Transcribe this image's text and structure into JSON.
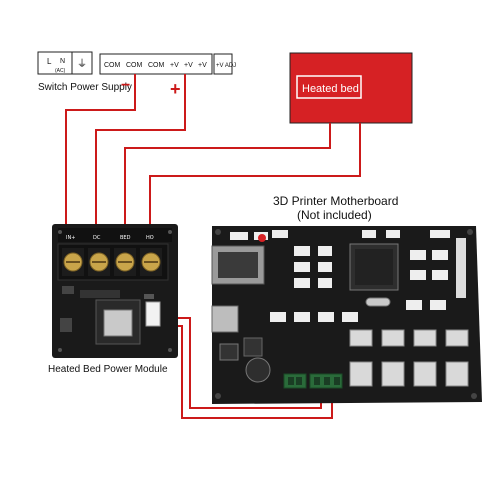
{
  "supply": {
    "terminals": [
      "L",
      "N",
      "⏚",
      "COM",
      "COM",
      "COM",
      "+V",
      "+V",
      "+V",
      "+V ADJ"
    ],
    "sub_label": "(AC)",
    "title": "Switch Power Supply",
    "minus": "−",
    "plus": "+"
  },
  "heated_bed": {
    "label": "Heated bed"
  },
  "module": {
    "label": "Heated Bed Power Module",
    "silkscreen_top": [
      "IN+",
      "DC",
      "BED",
      "HO"
    ]
  },
  "motherboard": {
    "title_line1": "3D Printer Motherboard",
    "title_line2": "(Not included)"
  },
  "colors": {
    "wire": "#cc1a1a",
    "bed_fill": "#d62124",
    "pcb": "#1a1a1a",
    "terminal": "#2a6b3a"
  }
}
